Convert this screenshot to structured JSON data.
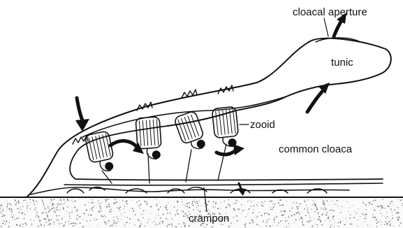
{
  "labels": {
    "cloacal_aperture": "cloacal aperture",
    "tunic": "tunic",
    "zooid": "zooid",
    "common_cloaca": "common cloaca",
    "crampon": "crampon"
  },
  "colors": {
    "ink": "#111111",
    "background": "#ffffff",
    "substrate_stipple": "#6a6a6a"
  }
}
